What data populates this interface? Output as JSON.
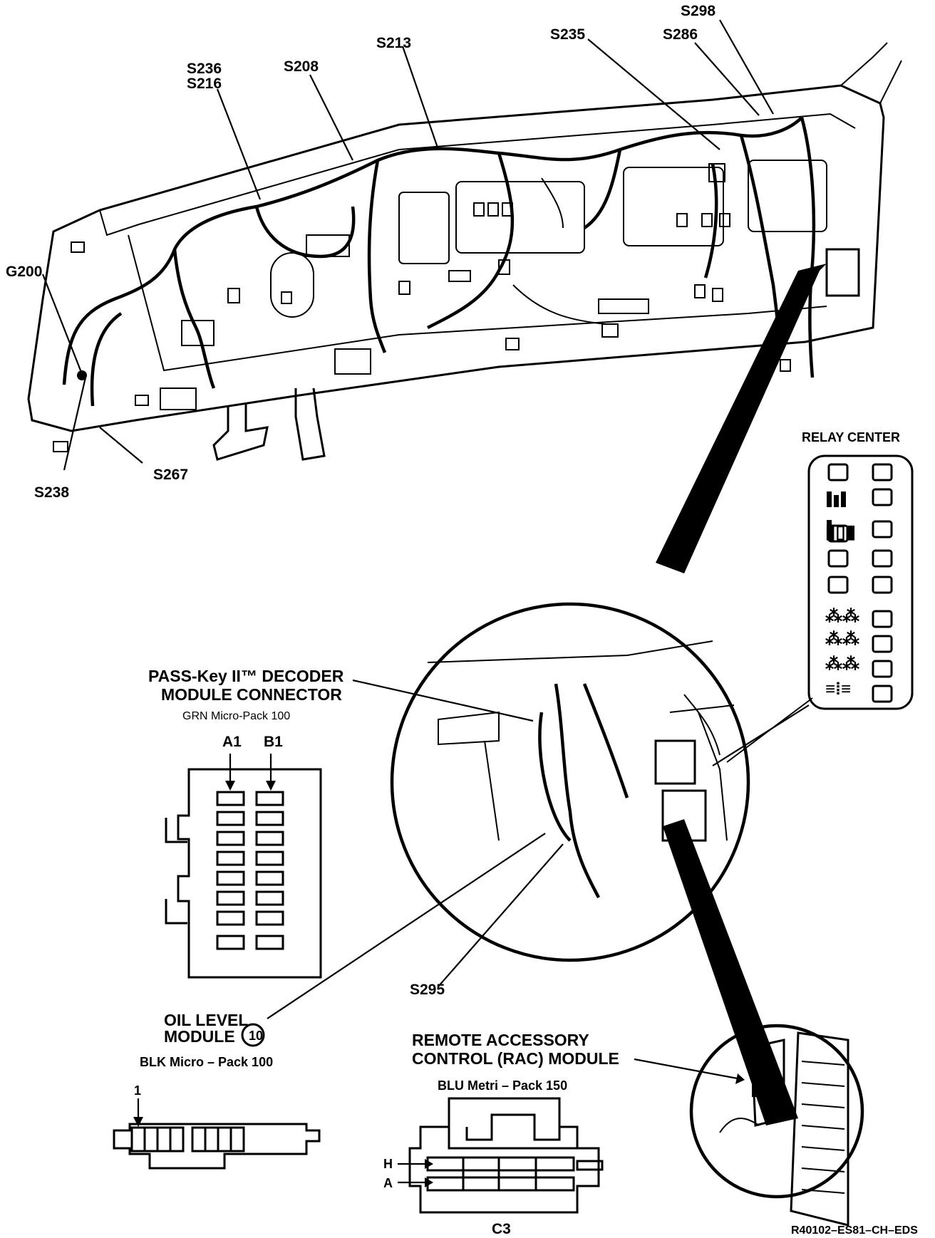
{
  "splice_labels": {
    "s298": "S298",
    "s286": "S286",
    "s235": "S235",
    "s213": "S213",
    "s208": "S208",
    "s236": "S236",
    "s216": "S216",
    "g200": "G200",
    "s238": "S238",
    "s267": "S267",
    "s295": "S295"
  },
  "relay_center": {
    "title": "RELAY CENTER"
  },
  "decoder": {
    "title_line1": "PASS-Key II™ DECODER",
    "title_line2": "MODULE CONNECTOR",
    "connector_type": "GRN Micro-Pack 100",
    "pin_a": "A1",
    "pin_b": "B1"
  },
  "oil_level": {
    "title_line1": "OIL LEVEL",
    "title_line2": "MODULE",
    "badge": "10",
    "connector_type": "BLK Micro – Pack 100",
    "pin": "1"
  },
  "rac": {
    "title_line1": "REMOTE ACCESSORY",
    "title_line2": "CONTROL (RAC) MODULE",
    "connector_type": "BLU Metri – Pack 150",
    "pin_h": "H",
    "pin_a": "A",
    "connector_id": "C3"
  },
  "figure_id": "R40102–ES81–CH–EDS"
}
